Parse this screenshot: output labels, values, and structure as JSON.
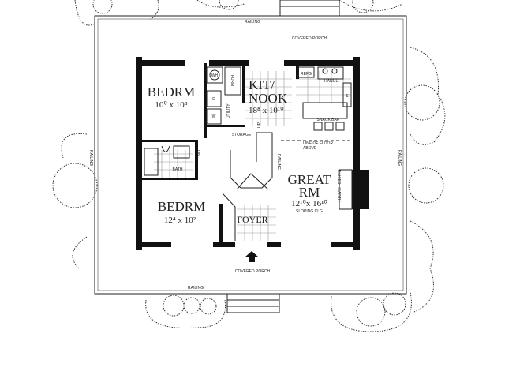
{
  "porch": {
    "top_label": "COVERED PORCH",
    "bottom_label": "COVERED PORCH",
    "railing": "RAILING"
  },
  "rooms": {
    "bedroom1": {
      "name": "BEDRM",
      "dim": "10⁰ x 10⁸"
    },
    "bedroom2": {
      "name": "BEDRM",
      "dim": "12⁴ x 10²"
    },
    "kitchen": {
      "name1": "KIT/",
      "name2": "NOOK",
      "dim": "18⁸ x 10¹⁰"
    },
    "great_room": {
      "name1": "GREAT",
      "name2": "RM",
      "dim": "12¹⁰x 16¹⁰",
      "note": "SLOPING CLG"
    },
    "foyer": {
      "name": "FOYER"
    },
    "bath": {
      "name": "BATH"
    },
    "utility": {
      "name": "UTILITY"
    },
    "storage": {
      "name": "STORAGE"
    }
  },
  "fixtures": {
    "refg": "REFG",
    "range": "RANGE",
    "snack_bar": "SNACK BAR",
    "furn": "FURN",
    "wh": "WH",
    "w": "W",
    "d": "D",
    "lin": "LIN",
    "up": "UP",
    "raised_hearth": "RAISED HEARTH",
    "railing": "RAILING",
    "s": "S"
  },
  "notes": {
    "floor_above1": "LINE OF FLOOR",
    "floor_above2": "ABOVE"
  }
}
